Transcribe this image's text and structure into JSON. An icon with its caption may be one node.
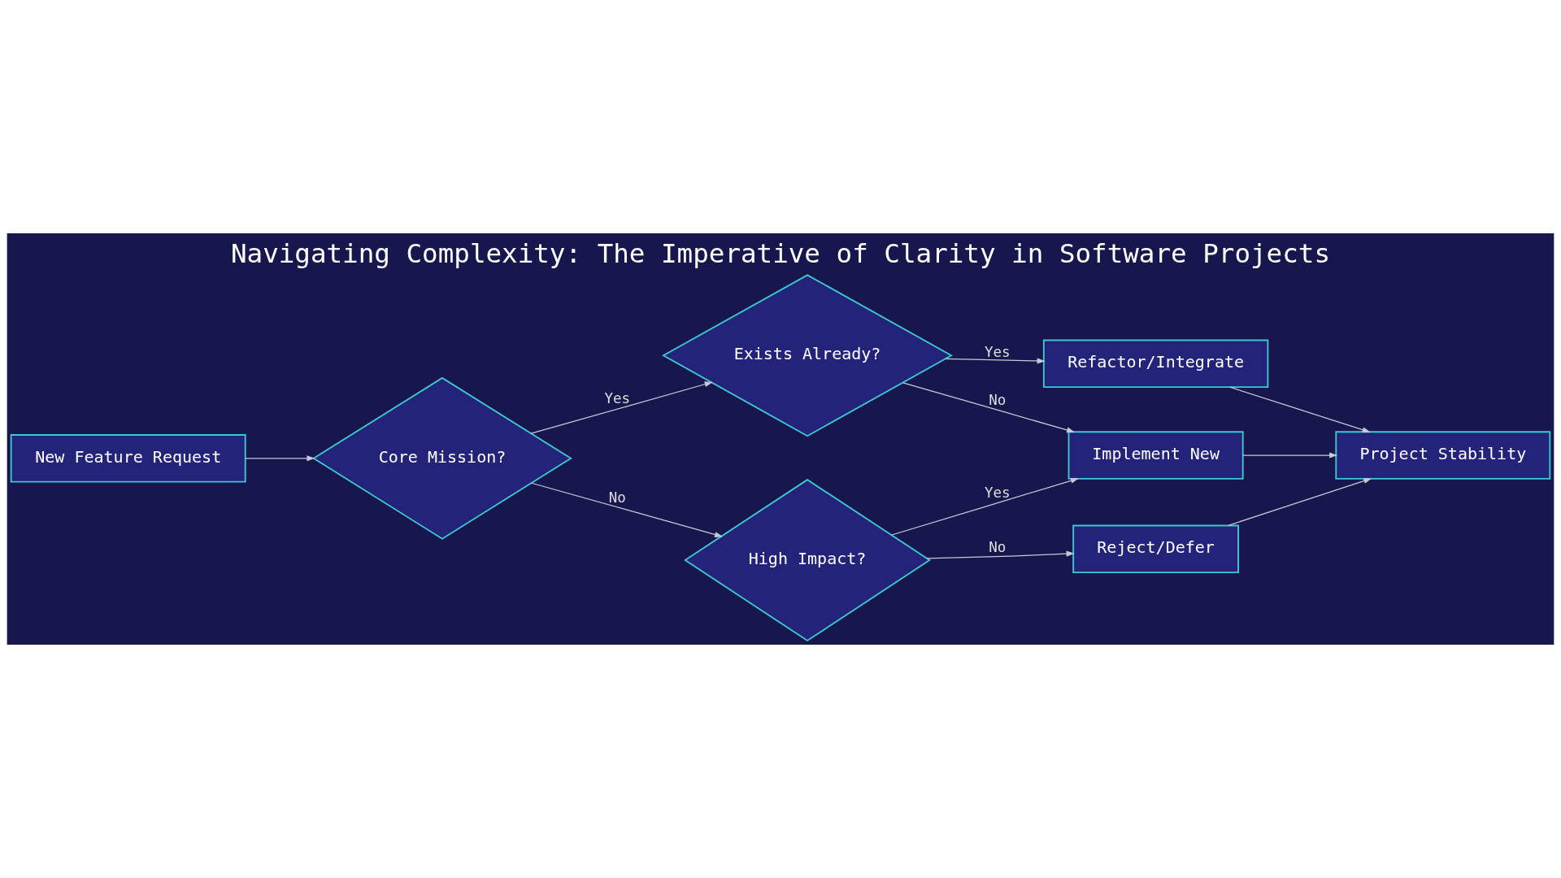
{
  "diagram": {
    "title": "Navigating Complexity: The Imperative of Clarity in Software Projects",
    "nodes": [
      {
        "text": [
          "New Feature Request"
        ]
      },
      {
        "text": [
          "Core Mission?"
        ]
      },
      {
        "text": [
          "Exists Already?"
        ]
      },
      {
        "text": [
          "High Impact?"
        ]
      },
      {
        "text": [
          "Refactor/Integrate"
        ]
      },
      {
        "text": [
          "Implement New"
        ]
      },
      {
        "text": [
          "Reject/Defer"
        ]
      },
      {
        "text": [
          "Project Stability"
        ]
      }
    ],
    "edges": [
      {
        "from": 0,
        "to": 1,
        "arrow": "to"
      },
      {
        "from": 1,
        "to": 2,
        "arrow": "to",
        "label": "Yes"
      },
      {
        "from": 1,
        "to": 3,
        "arrow": "to",
        "label": "No"
      },
      {
        "from": 2,
        "to": 4,
        "arrow": "to",
        "label": "Yes"
      },
      {
        "from": 2,
        "to": 5,
        "arrow": "to",
        "label": "No"
      },
      {
        "from": 3,
        "to": 5,
        "arrow": "to",
        "label": "Yes"
      },
      {
        "from": 3,
        "to": 6,
        "arrow": "to",
        "label": "No"
      },
      {
        "from": 4,
        "to": 7,
        "arrow": "to"
      },
      {
        "from": 5,
        "to": 7,
        "arrow": "to"
      },
      {
        "from": 6,
        "to": 7,
        "arrow": "to"
      }
    ]
  }
}
